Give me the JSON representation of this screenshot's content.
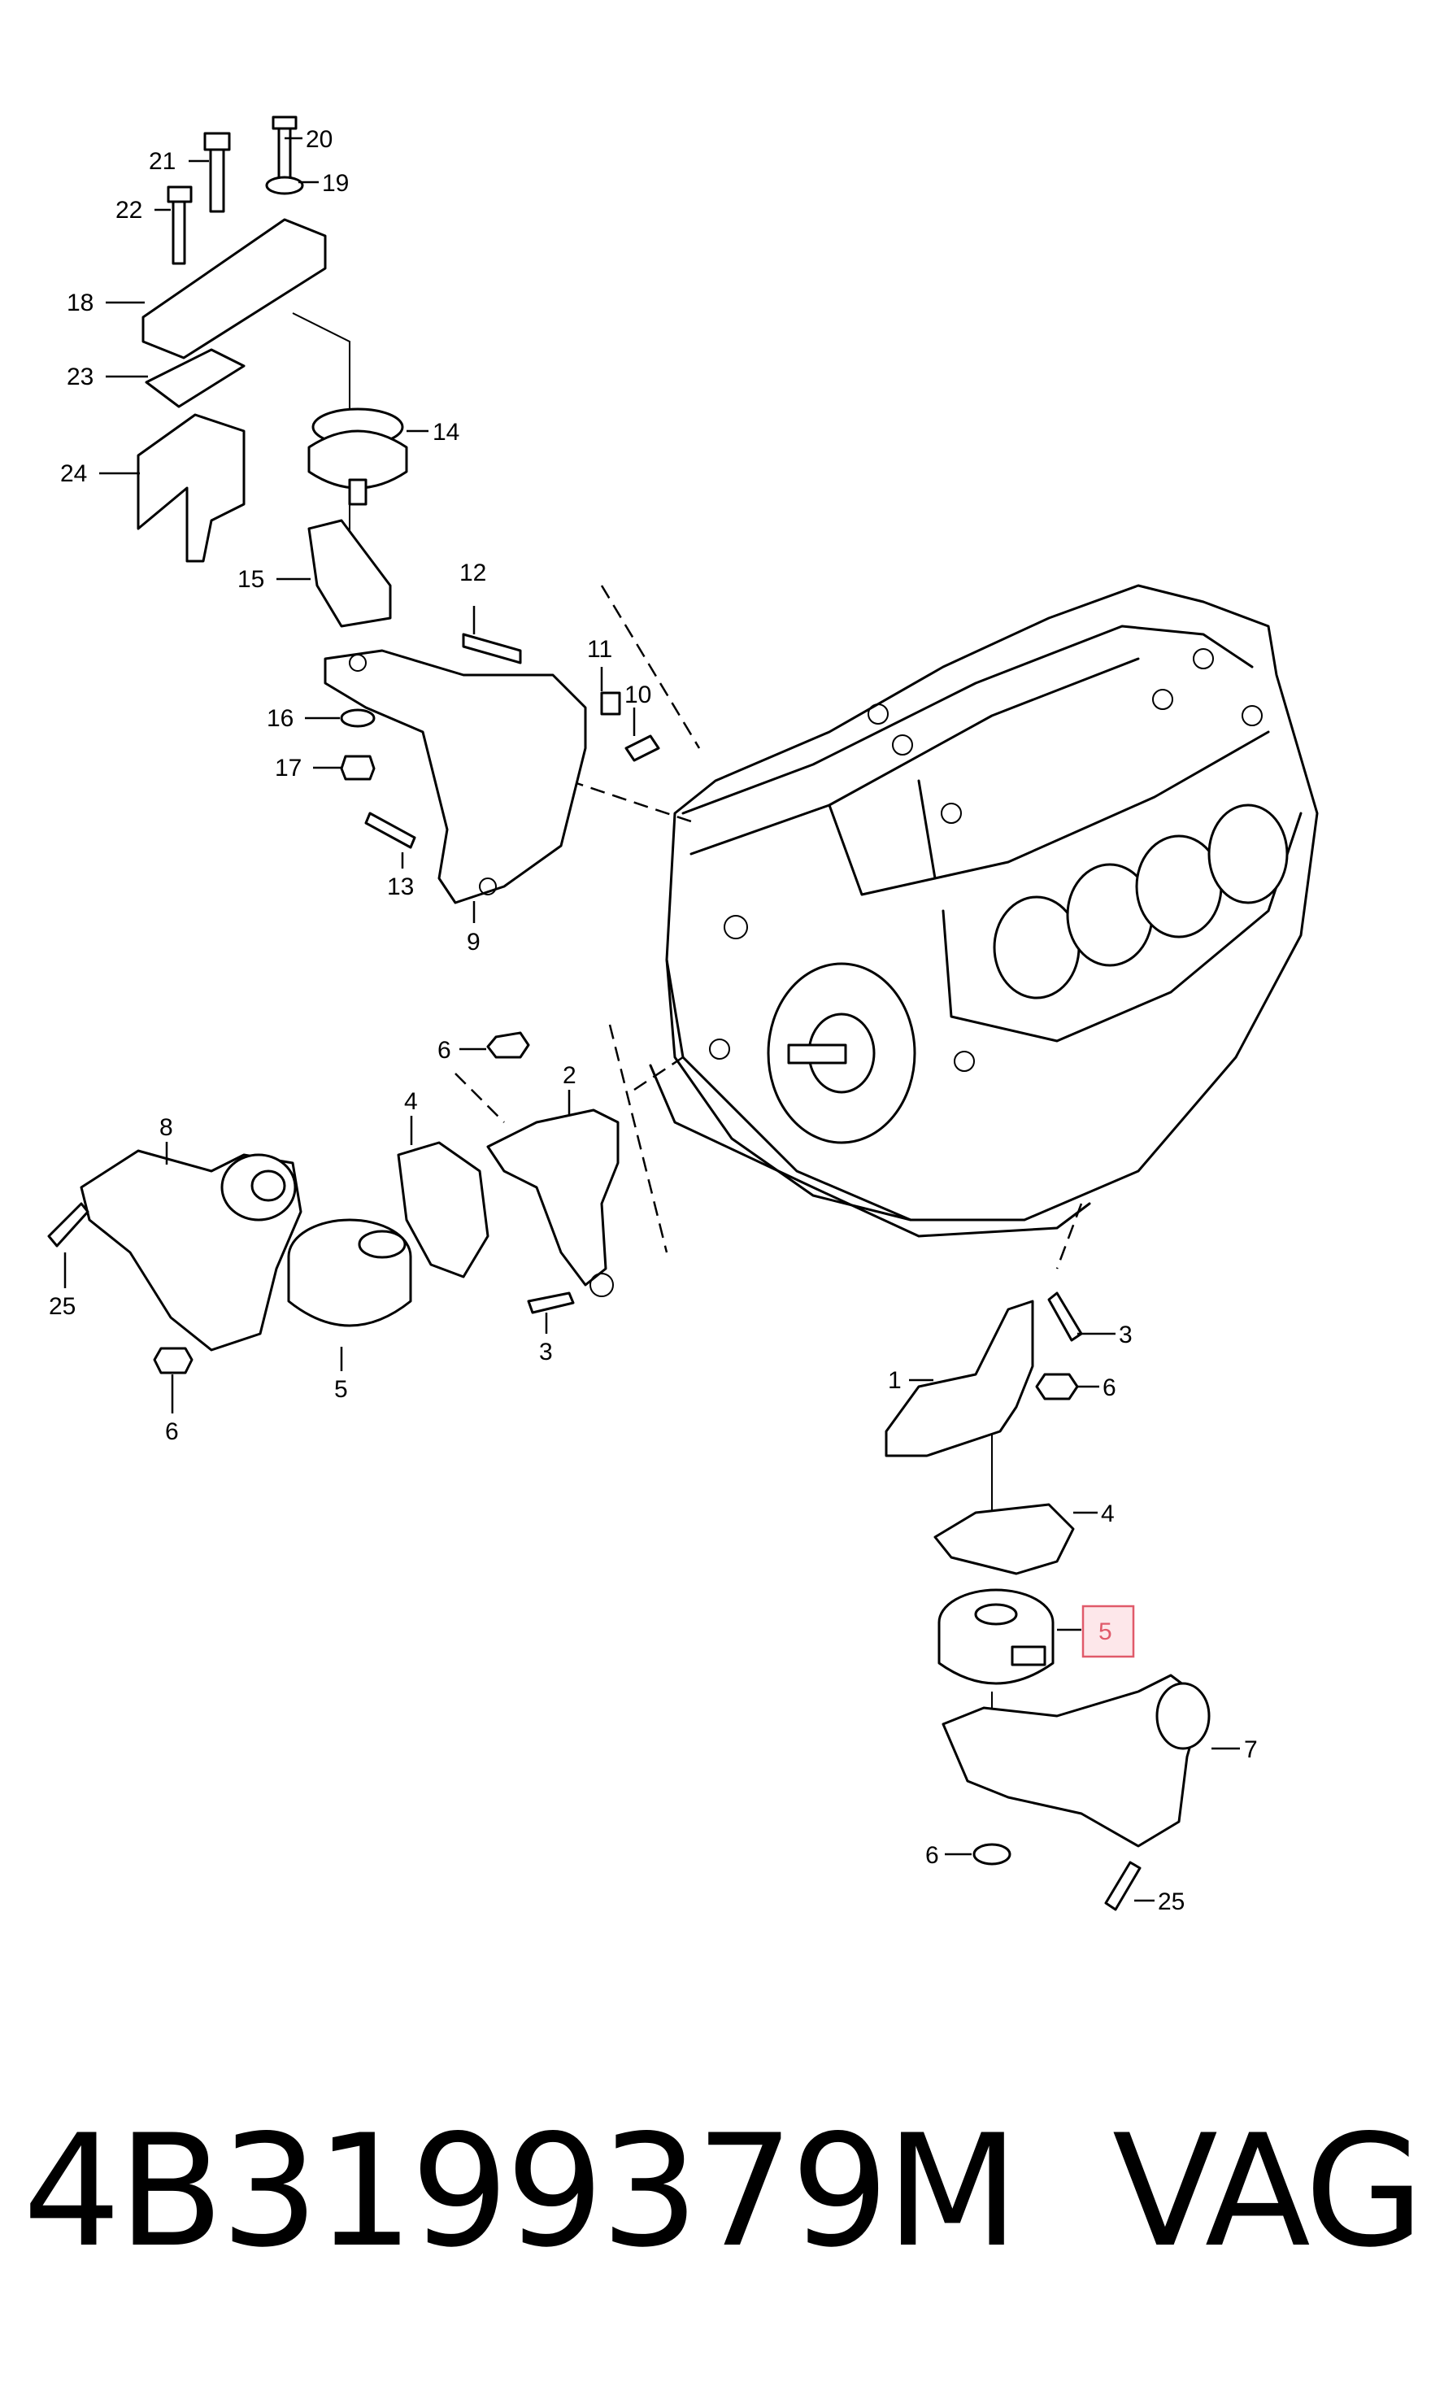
{
  "diagram": {
    "callouts": {
      "c1": "1",
      "c2": "2",
      "c3a": "3",
      "c3b": "3",
      "c4a": "4",
      "c4b": "4",
      "c5a": "5",
      "c5b": "5",
      "c6a": "6",
      "c6b": "6",
      "c6c": "6",
      "c6d": "6",
      "c7": "7",
      "c8": "8",
      "c9": "9",
      "c10": "10",
      "c11": "11",
      "c12": "12",
      "c13": "13",
      "c14": "14",
      "c15": "15",
      "c16": "16",
      "c17": "17",
      "c18": "18",
      "c19": "19",
      "c20": "20",
      "c21": "21",
      "c22": "22",
      "c23": "23",
      "c24": "24",
      "c25a": "25",
      "c25b": "25"
    },
    "highlight_color": "#e05a6a"
  },
  "caption": {
    "part_number": "4B3199379M",
    "brand": "VAG"
  }
}
